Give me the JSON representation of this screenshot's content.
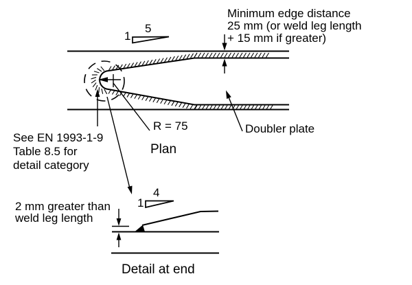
{
  "colors": {
    "ink": "#000000",
    "paper": "#ffffff"
  },
  "plan": {
    "view_label": "Plan",
    "taper_slope": {
      "run": "5",
      "rise": "1"
    },
    "min_edge_note": {
      "line1": "Minimum edge distance",
      "line2": "25 mm (or weld leg length",
      "line3": "+ 15 mm if greater)"
    },
    "radius_label": "R = 75",
    "doubler_label": "Doubler plate",
    "detail_category_note": {
      "line1": "See EN 1993-1-9",
      "line2": "Table 8.5 for",
      "line3": "detail category"
    }
  },
  "end_detail": {
    "view_label": "Detail at end",
    "taper_slope": {
      "run": "4",
      "rise": "1"
    },
    "weld_note": {
      "line1": "2 mm greater than",
      "line2": "weld leg length"
    }
  }
}
